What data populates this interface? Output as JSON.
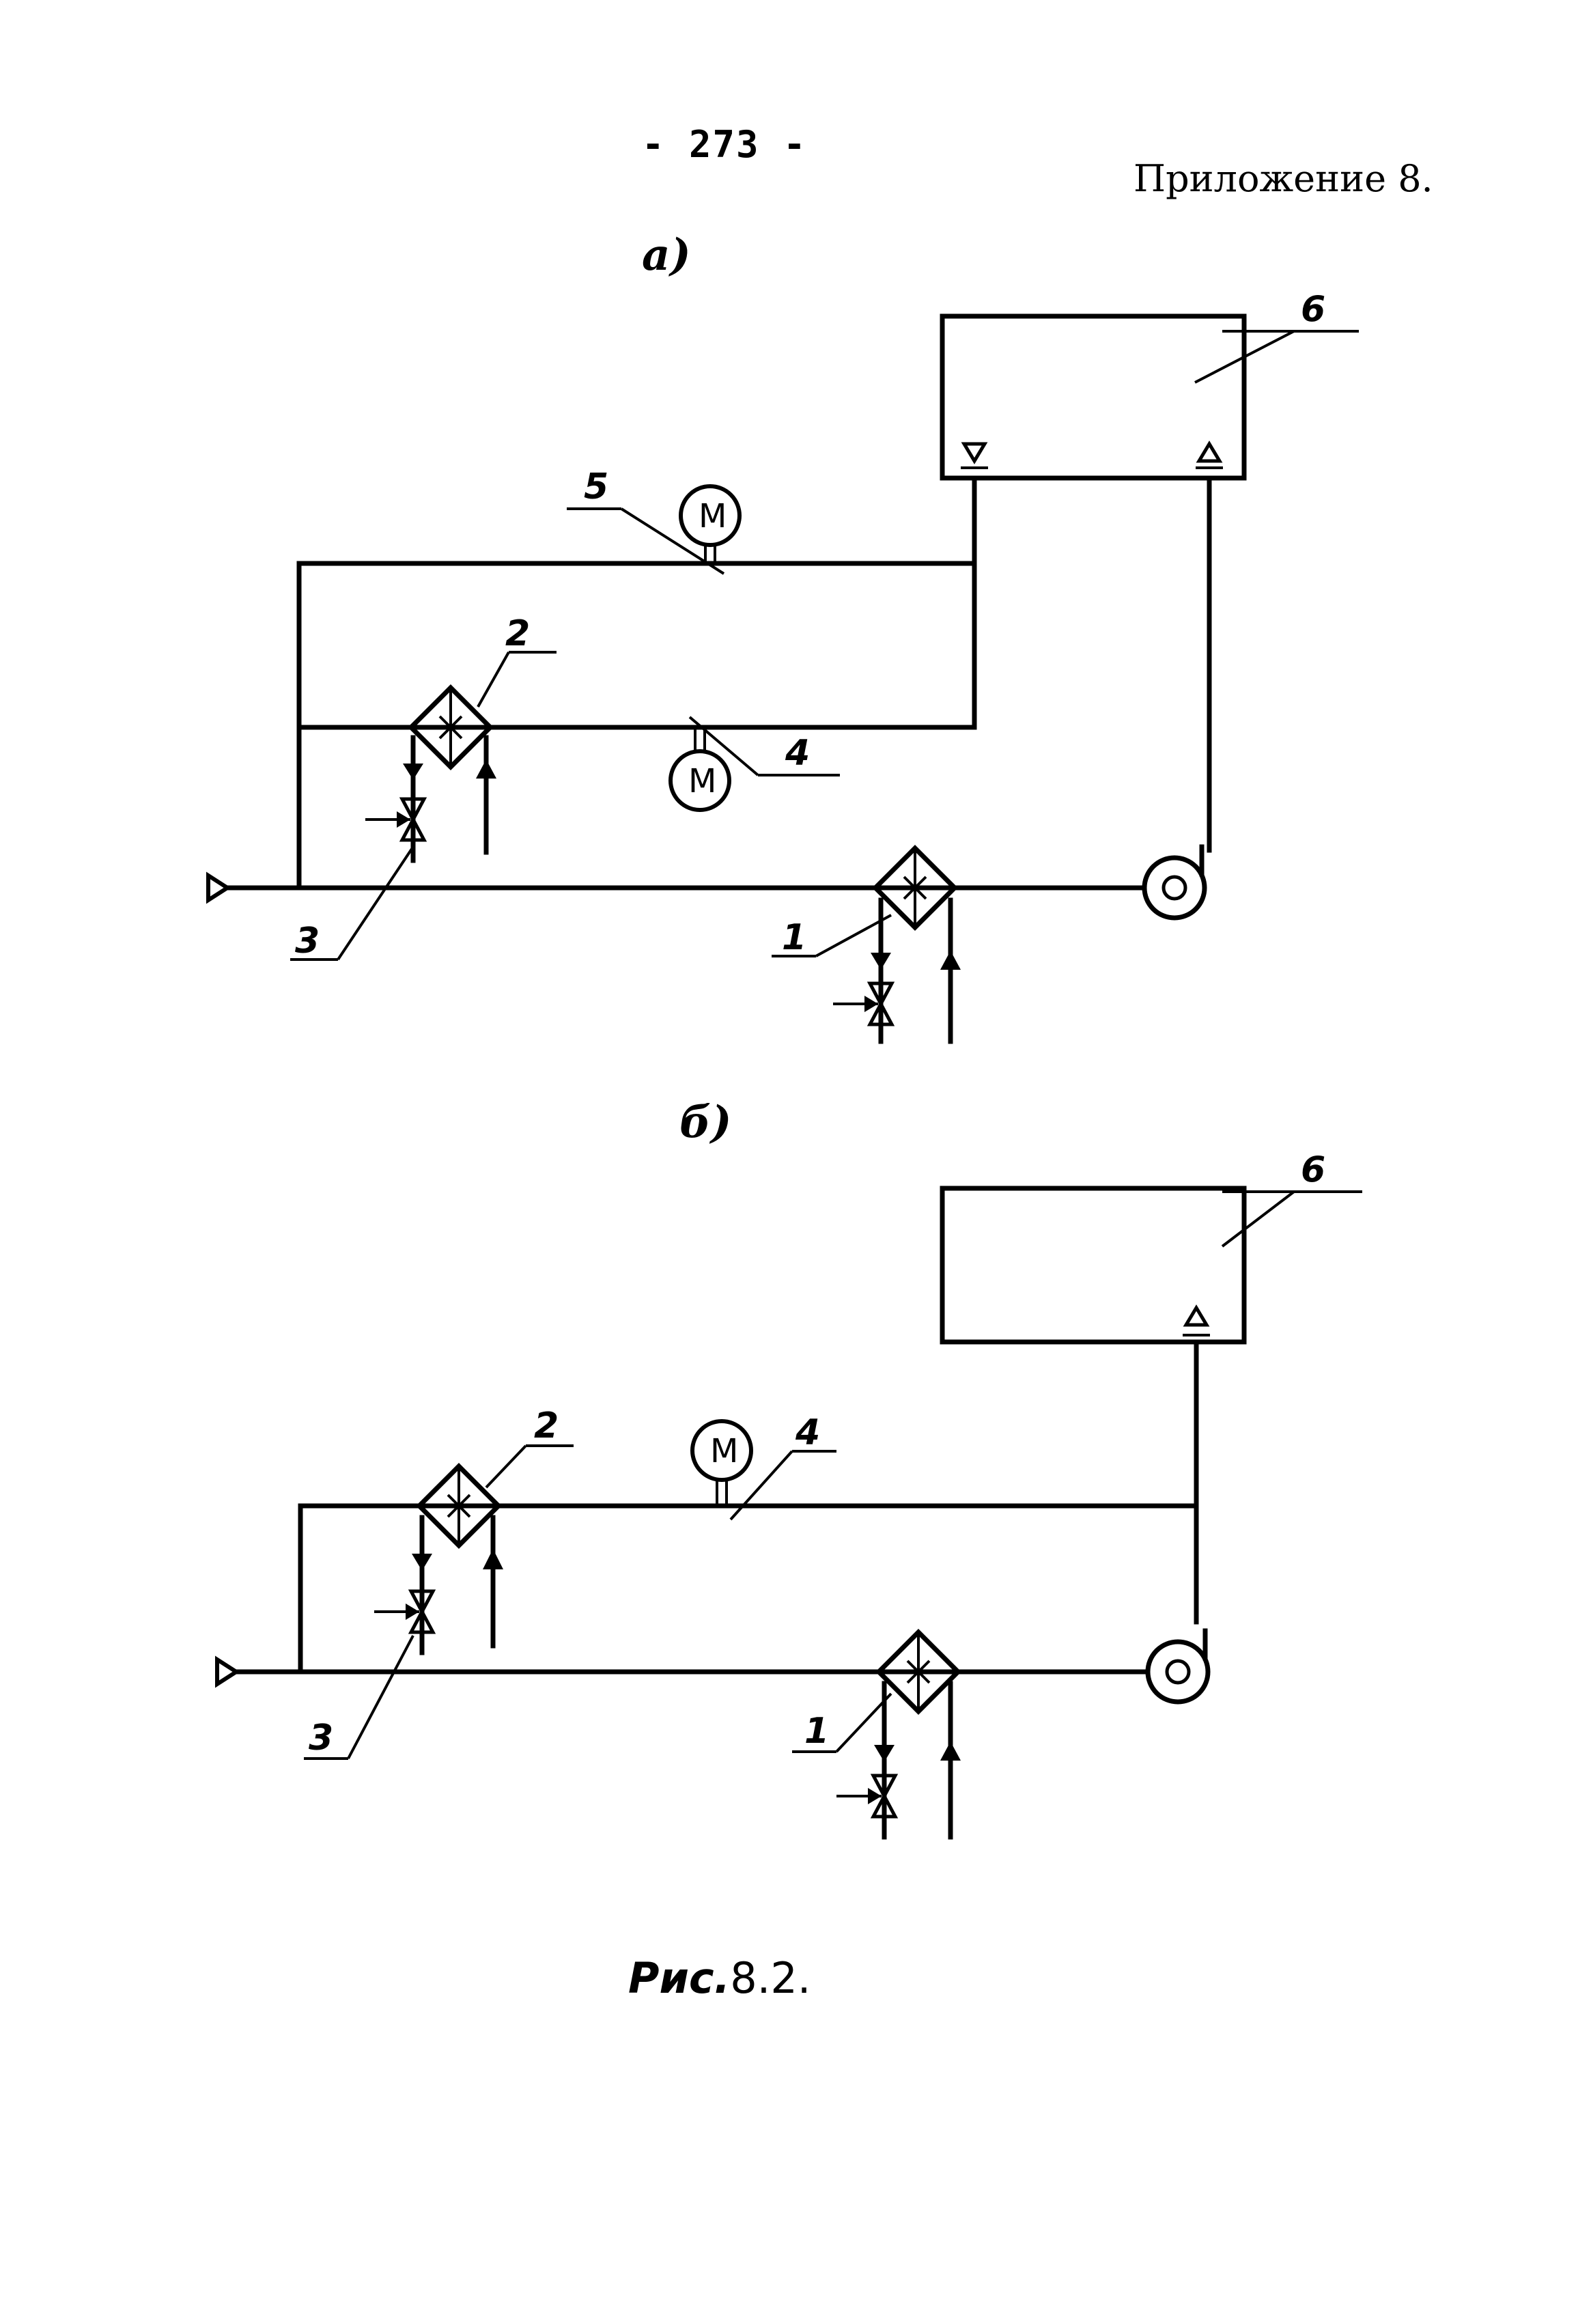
{
  "header": {
    "page_number": "- 273 -",
    "appendix": "Приложение 8."
  },
  "subfigures": {
    "a": "a)",
    "b": "б)"
  },
  "labels": {
    "n1": "1",
    "n2": "2",
    "n3": "3",
    "n4": "4",
    "n5": "5",
    "n6": "6",
    "meter": "M"
  },
  "caption": {
    "prefix": "Рис.",
    "number": "8.2."
  }
}
